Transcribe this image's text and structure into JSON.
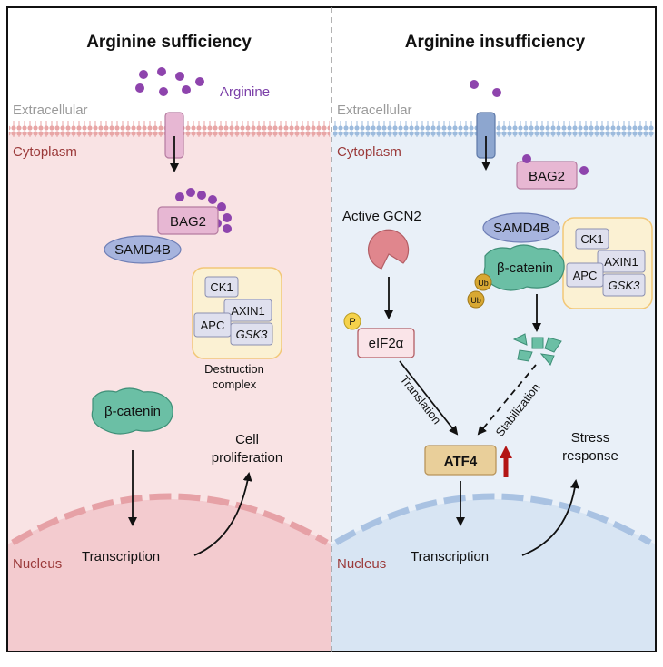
{
  "left": {
    "title": "Arginine sufficiency",
    "arginine_label": "Arginine",
    "extracellular": "Extracellular",
    "cytoplasm": "Cytoplasm",
    "nucleus": "Nucleus",
    "bag2": "BAG2",
    "samd4b": "SAMD4B",
    "ck1": "CK1",
    "axin1": "AXIN1",
    "apc": "APC",
    "gsk3": "GSK3",
    "destruction_line1": "Destruction",
    "destruction_line2": "complex",
    "beta_catenin": "β-catenin",
    "transcription": "Transcription",
    "outcome_line1": "Cell",
    "outcome_line2": "proliferation"
  },
  "right": {
    "title": "Arginine insufficiency",
    "extracellular": "Extracellular",
    "cytoplasm": "Cytoplasm",
    "nucleus": "Nucleus",
    "bag2": "BAG2",
    "samd4b": "SAMD4B",
    "ck1": "CK1",
    "axin1": "AXIN1",
    "apc": "APC",
    "gsk3": "GSK3",
    "beta_catenin": "β-catenin",
    "ub1": "Ub",
    "ub2": "Ub",
    "active_gcn2": "Active GCN2",
    "phospho": "P",
    "eif2a": "eIF2α",
    "translation": "Translation",
    "stabilization": "Stabilization",
    "atf4": "ATF4",
    "transcription": "Transcription",
    "outcome_line1": "Stress",
    "outcome_line2": "response"
  },
  "colors": {
    "left_bg": "#f9e3e4",
    "right_bg": "#e9f0f8",
    "arginine": "#8e44ad",
    "membrane_left": "#e8a6a6",
    "membrane_right": "#9dbbdd",
    "bag2_fill": "#e7b7d3",
    "samd4b_fill": "#a7b4de",
    "destruction_bg": "#fbf1d3",
    "destruction_border": "#f2c777",
    "beta_catenin_fill": "#6bbfa5",
    "gcn2_fill": "#e0868d",
    "ub_fill": "#d8a832",
    "atf4_fill": "#e9cf9a",
    "up_arrow": "#b31515"
  }
}
